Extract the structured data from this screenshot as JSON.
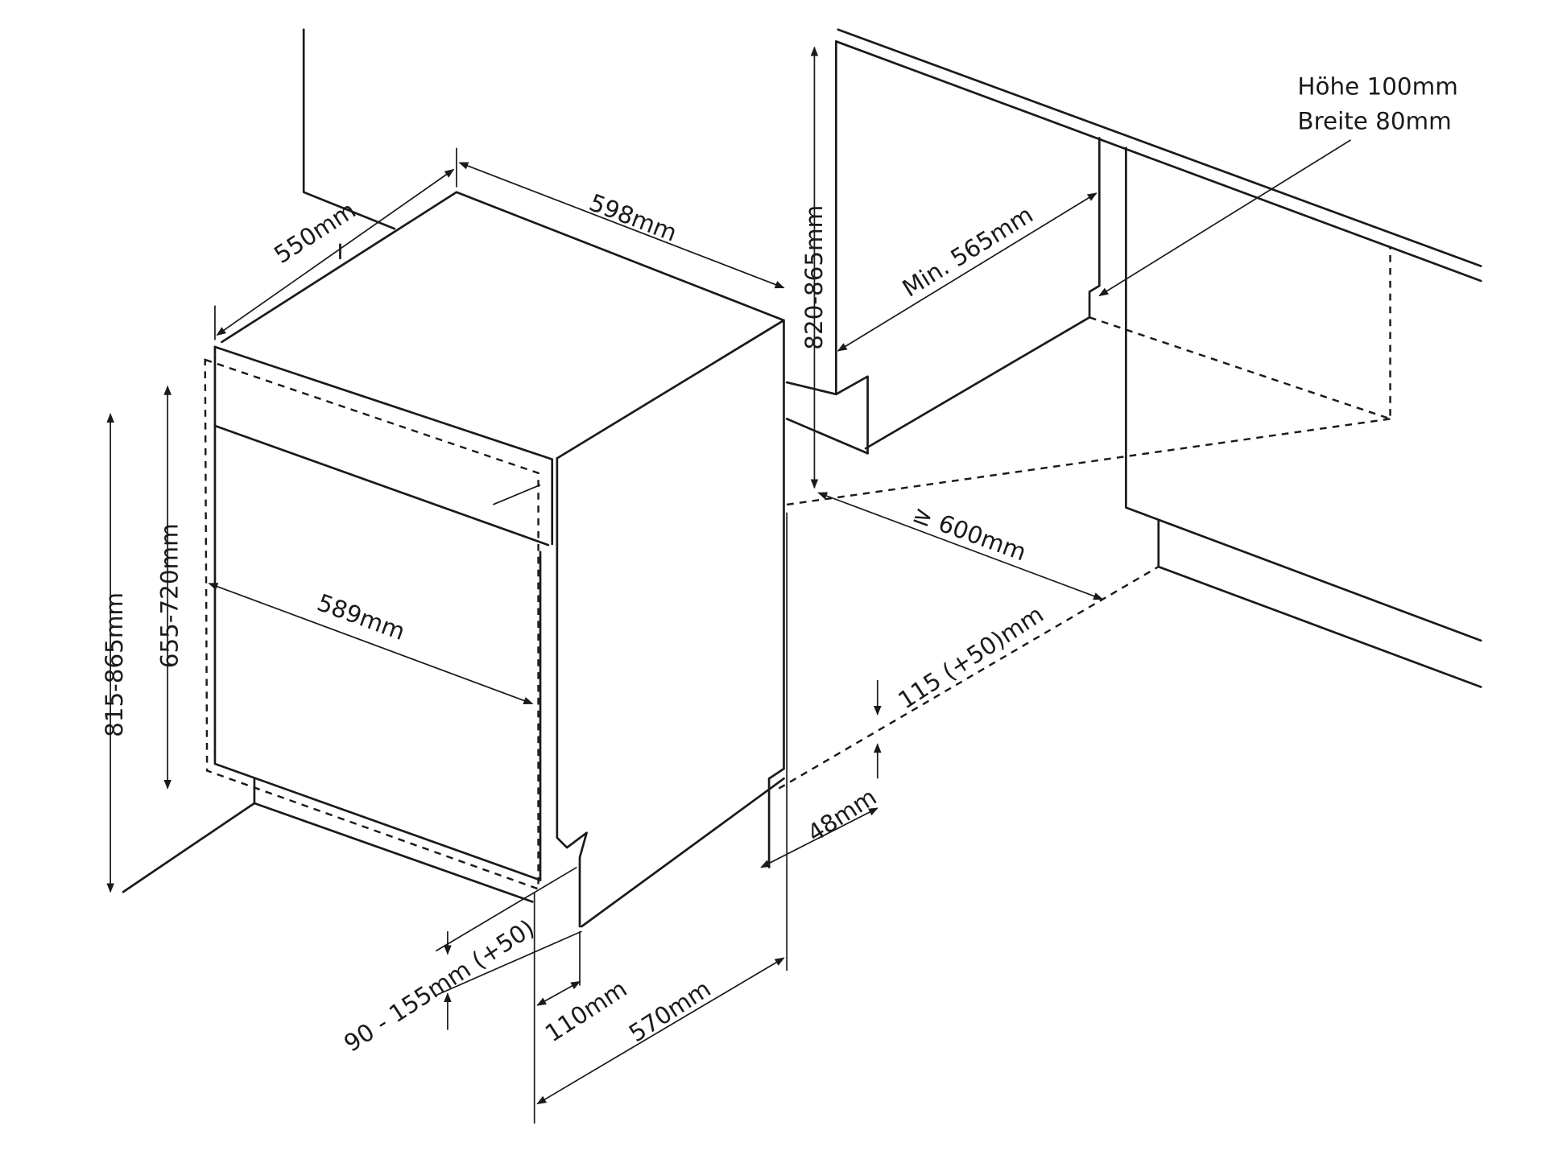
{
  "dimensions": {
    "width_top": "598mm",
    "depth_top": "550mm",
    "niche_height": "820-865mm",
    "niche_depth": "Min. 565mm",
    "vent_height": "Höhe 100mm",
    "vent_width": "Breite 80mm",
    "niche_width": "≥ 600mm",
    "door_width": "589mm",
    "total_height": "815-865mm",
    "door_height": "655-720mm",
    "plinth_right": "115 (+50)mm",
    "plinth_setback": "48mm",
    "plinth_height": "90 - 155mm (+50)",
    "foot_depth": "110mm",
    "body_depth": "570mm"
  }
}
